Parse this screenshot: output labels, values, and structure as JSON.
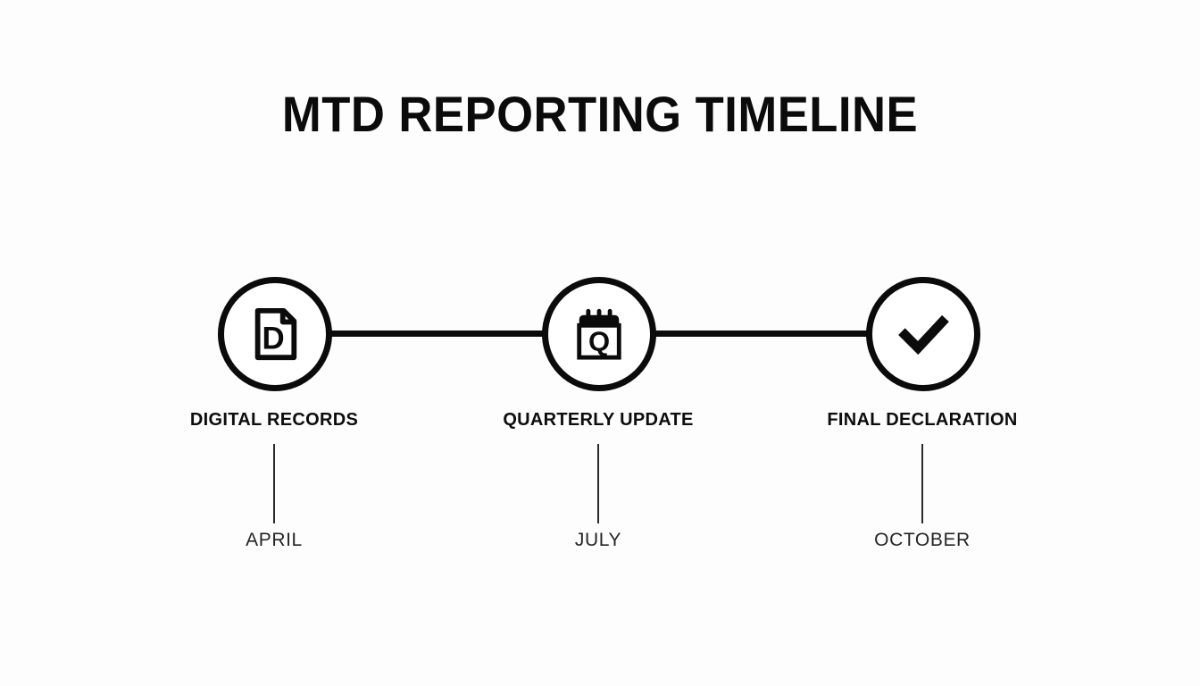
{
  "page": {
    "title": "MTD REPORTING TIMELINE",
    "background_color": "#fdfdfd",
    "ink_color": "#0b0b0b"
  },
  "timeline": {
    "orientation": "horizontal",
    "steps": [
      {
        "icon": "document-d-icon",
        "label": "DIGITAL RECORDS",
        "month": "APRIL"
      },
      {
        "icon": "calendar-q-icon",
        "label": "QUARTERLY UPDATE",
        "month": "JULY"
      },
      {
        "icon": "check-icon",
        "label": "FINAL DECLARATION",
        "month": "OCTOBER"
      }
    ]
  }
}
